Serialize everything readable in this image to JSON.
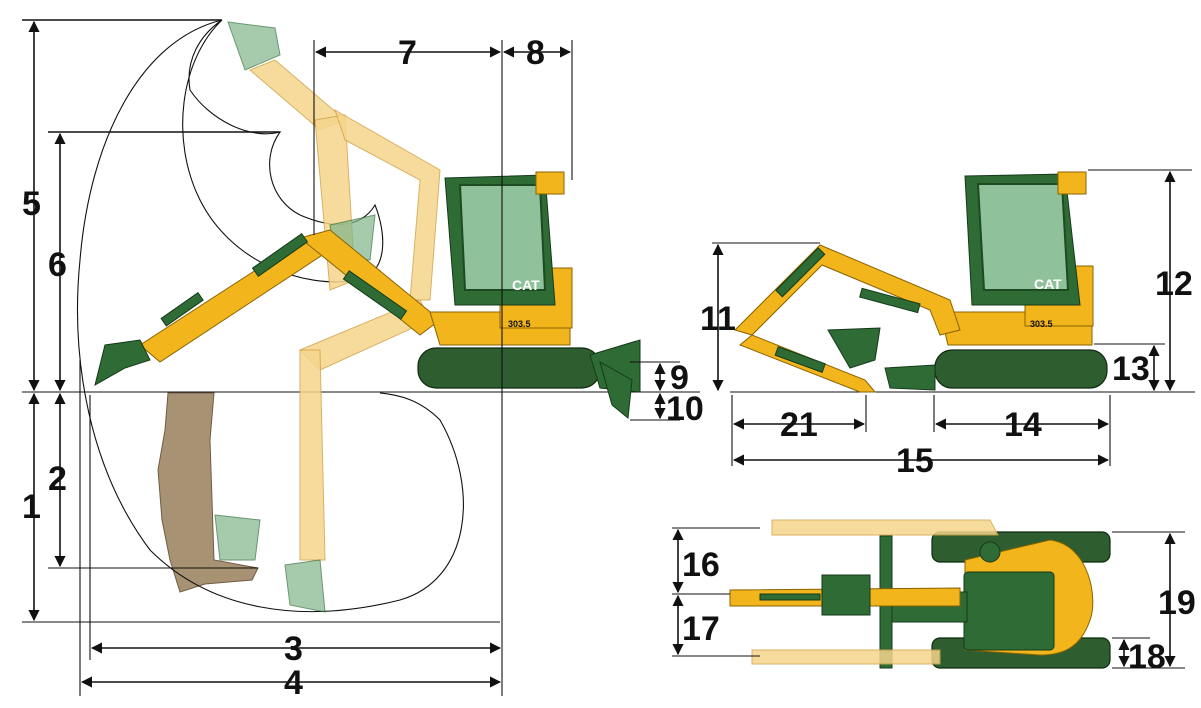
{
  "diagram": {
    "side_view_labels": [
      "1",
      "2",
      "3",
      "4",
      "5",
      "6",
      "7",
      "8",
      "9",
      "10"
    ],
    "transport_view_labels": [
      "11",
      "12",
      "13",
      "14",
      "15",
      "21"
    ],
    "top_view_labels": [
      "16",
      "17",
      "18",
      "19"
    ],
    "brand": "CAT",
    "model": "303.5",
    "colors": {
      "machine_yellow": "#f2b51c",
      "track_green": "#2e5e2f",
      "glass_green": "#8fc29a",
      "soil": "#a89274"
    }
  }
}
